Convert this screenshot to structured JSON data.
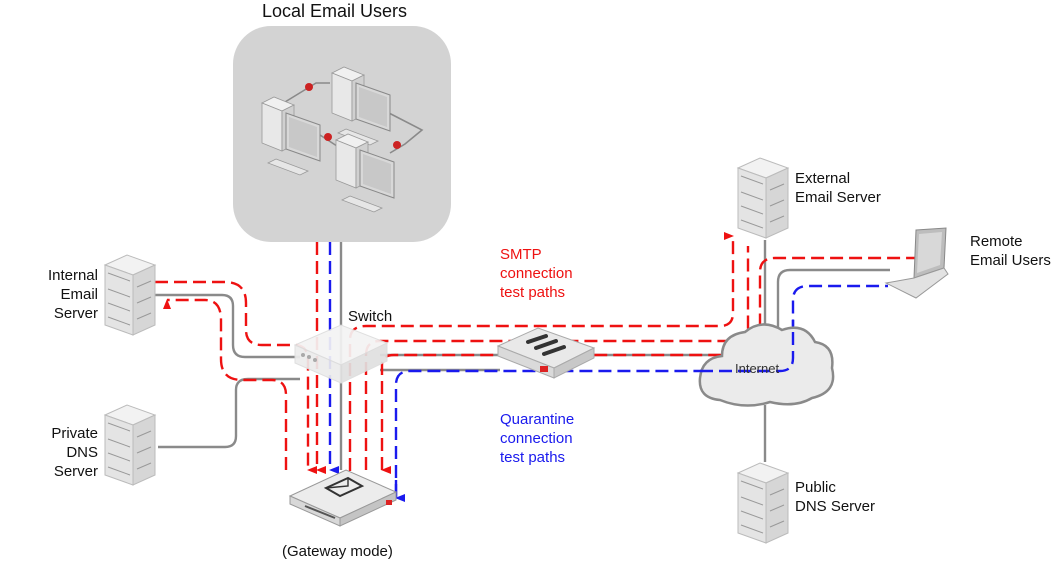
{
  "labels": {
    "local_users": "Local Email Users",
    "internal_server": [
      "Internal",
      "Email Server"
    ],
    "private_dns": [
      "Private",
      "DNS Server"
    ],
    "switch": "Switch",
    "gateway": "(Gateway mode)",
    "smtp_paths": [
      "SMTP",
      "connection",
      "test paths"
    ],
    "quarantine_paths": [
      "Quarantine",
      "connection",
      "test paths"
    ],
    "external_server": [
      "External",
      "Email Server"
    ],
    "remote_users": [
      "Remote",
      "Email Users"
    ],
    "internet": "Internet",
    "public_dns": [
      "Public",
      "DNS Server"
    ]
  },
  "colors": {
    "smtp_path": "#ee1111",
    "quarantine_path": "#1a1aee",
    "network_link": "#8a8a8a",
    "local_zone_bg": "#d3d3d3",
    "device_accent": "#cc2222"
  }
}
